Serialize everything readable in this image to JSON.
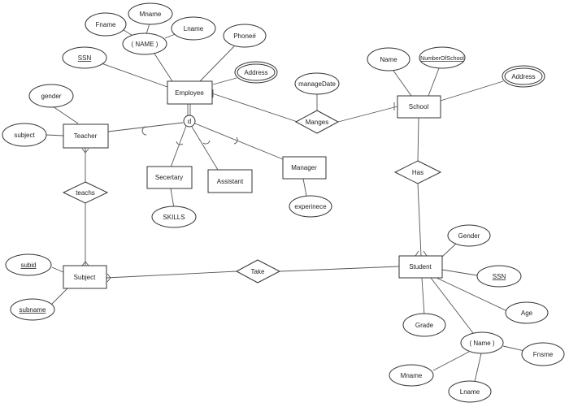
{
  "entities": {
    "employee": "Employee",
    "teacher": "Teacher",
    "secretary": "Secertary",
    "assistant": "Assistant",
    "manager": "Manager",
    "school": "School",
    "subject": "Subject",
    "student": "Student"
  },
  "relationships": {
    "manges": "Manges",
    "teachs": "teachs",
    "has": "Has",
    "take": "Take"
  },
  "attributes": {
    "emp_fname": "Fname",
    "emp_mname": "Mname",
    "emp_lname": "Lname",
    "emp_name": "( NAME )",
    "emp_phone": "Phone#",
    "emp_ssn": "SSN",
    "emp_address": "Address",
    "manage_date": "manageDate",
    "teacher_gender": "gender",
    "teacher_subject": "subject",
    "sec_skills": "SKILLS",
    "mgr_experience": "experinece",
    "school_name": "Name",
    "school_number": "NumberOfSchool",
    "school_address": "Address",
    "subid": "subid",
    "subname": "subname",
    "stu_gender": "Gender",
    "stu_ssn": "SSN",
    "stu_age": "Age",
    "stu_grade": "Grade",
    "stu_name": "( Name )",
    "stu_fname": "Fnsme",
    "stu_mname": "Mname",
    "stu_lname": "Lname"
  },
  "specialization_symbol": "d"
}
